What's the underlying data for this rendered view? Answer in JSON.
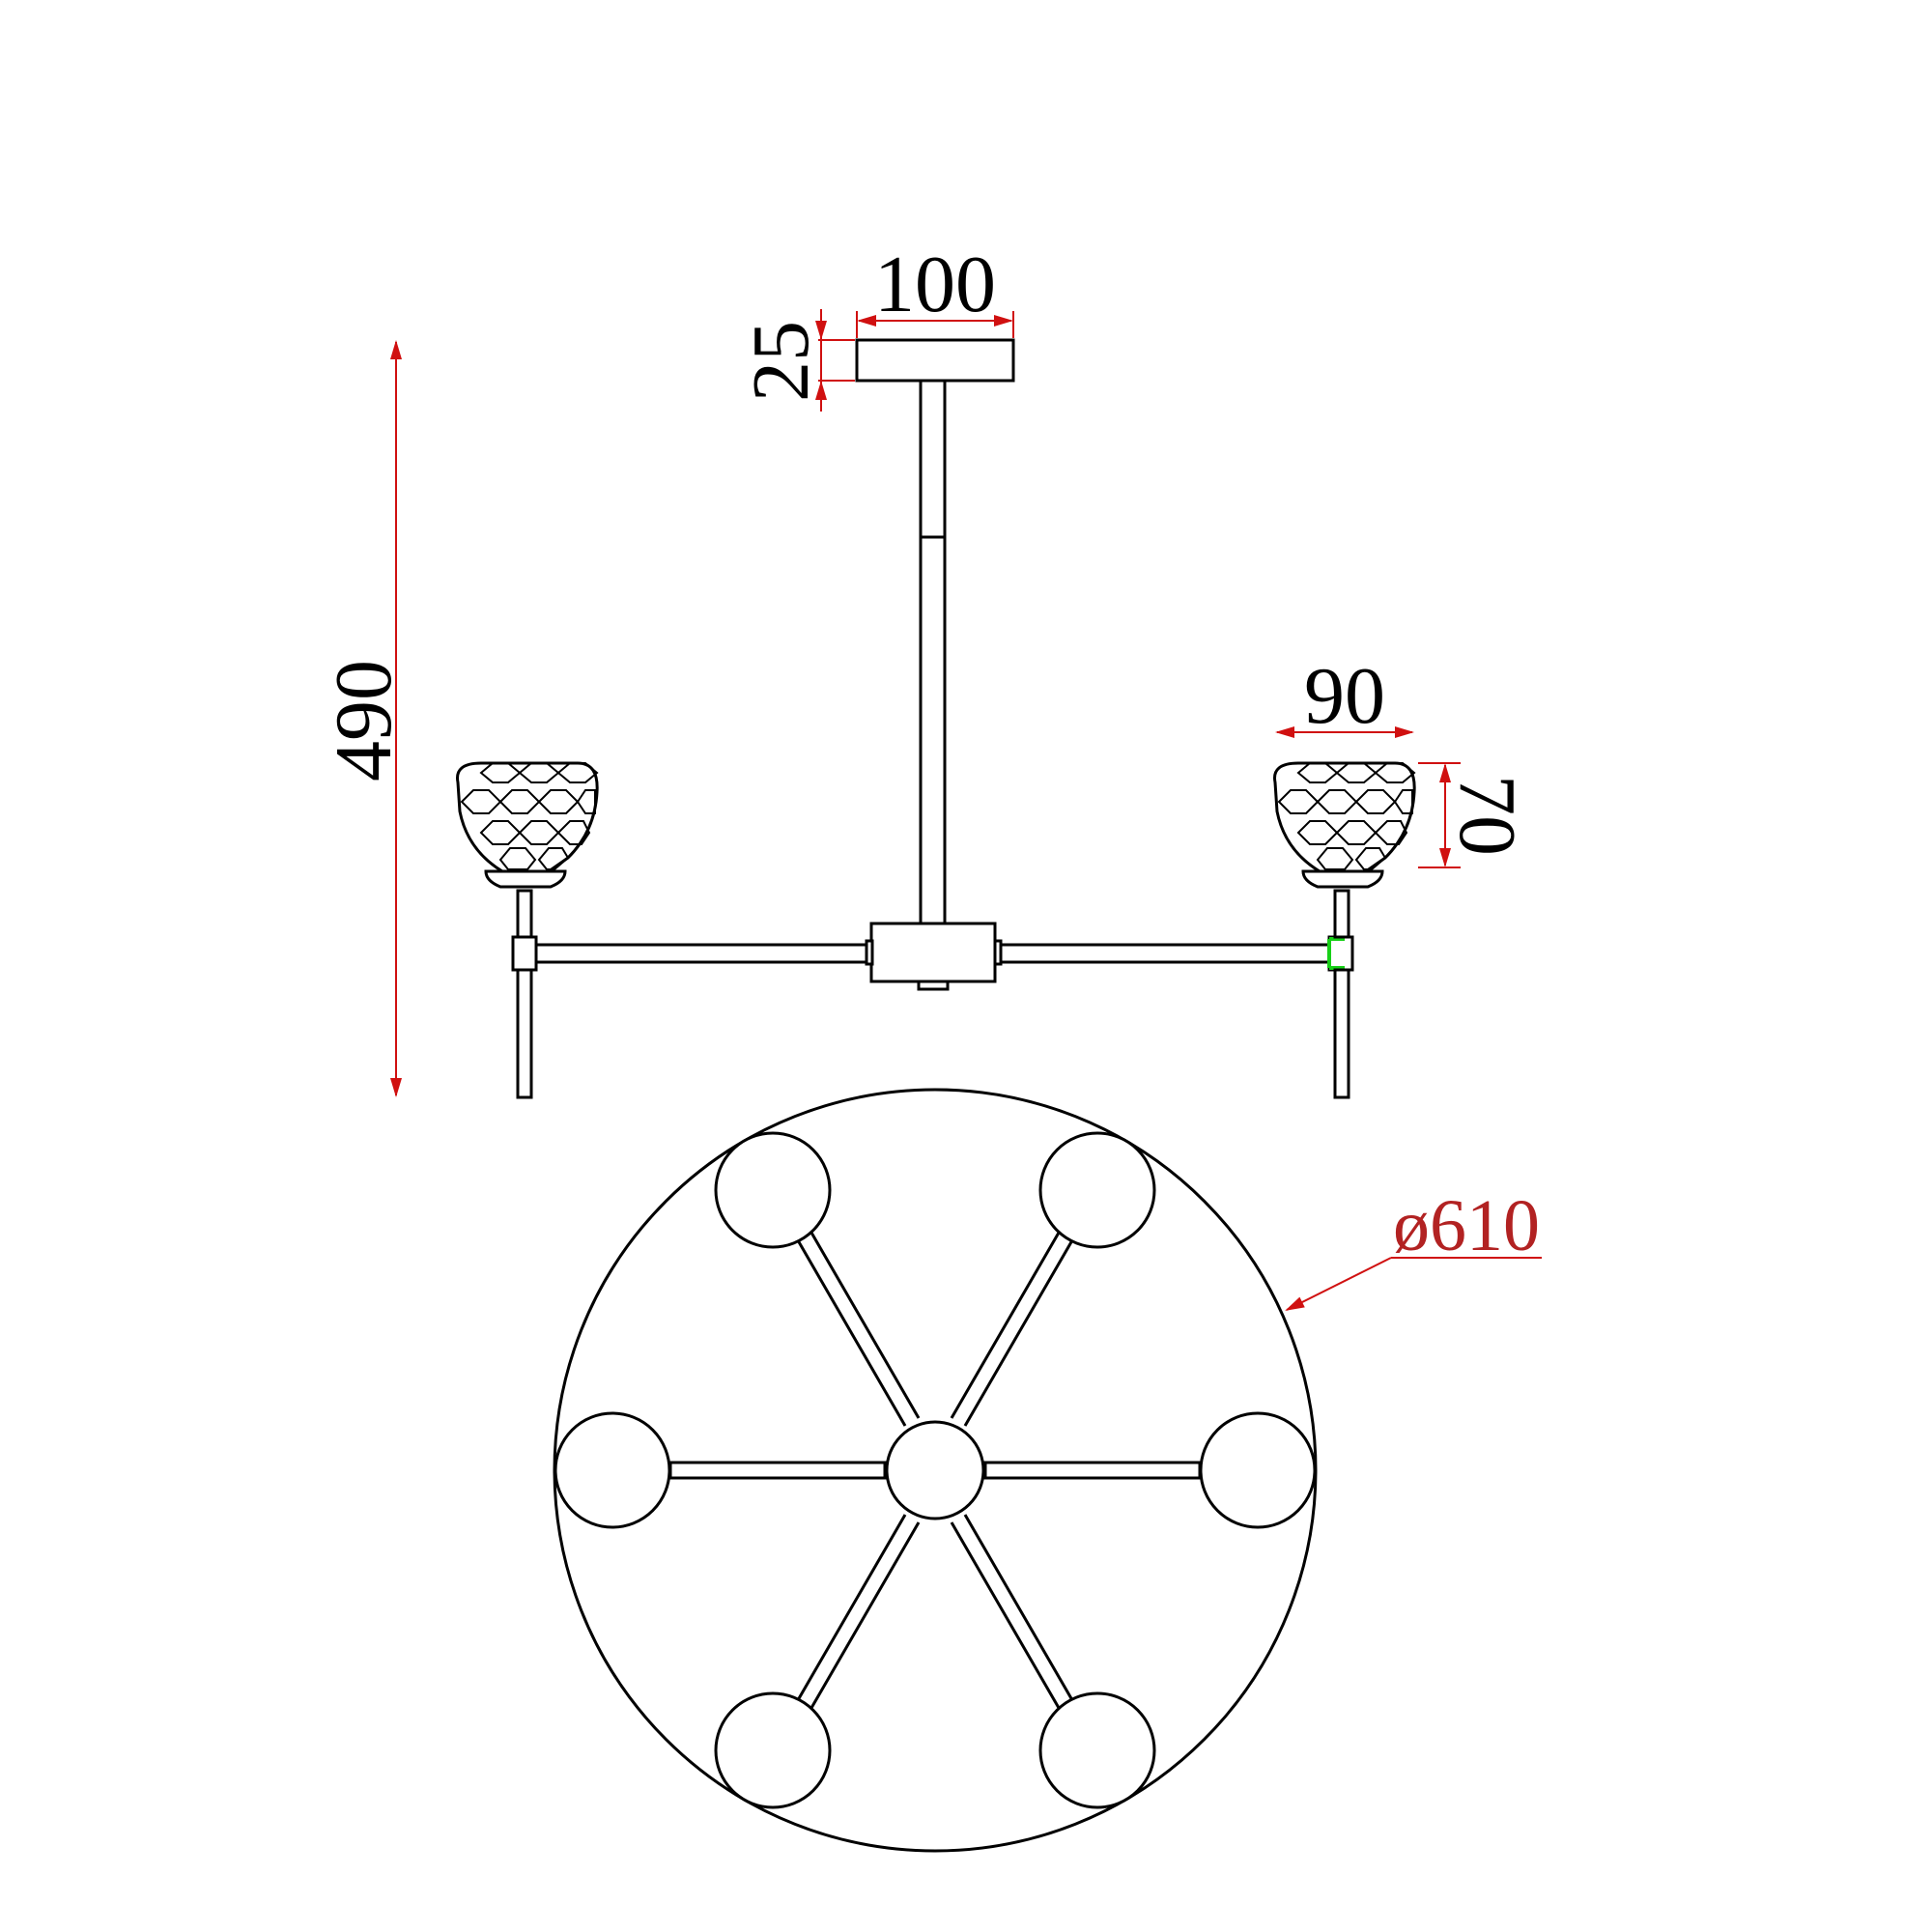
{
  "drawing": {
    "dimensions": {
      "canopy_width": "100",
      "canopy_height": "25",
      "total_height": "490",
      "shade_width": "90",
      "shade_height": "70",
      "diameter": "ø610"
    },
    "colors": {
      "line": "#000000",
      "dimension_line": "#d01010",
      "dimension_text_red": "#b22222",
      "socket_highlight": "#18d018"
    },
    "top_view_lamp_count": 6
  }
}
